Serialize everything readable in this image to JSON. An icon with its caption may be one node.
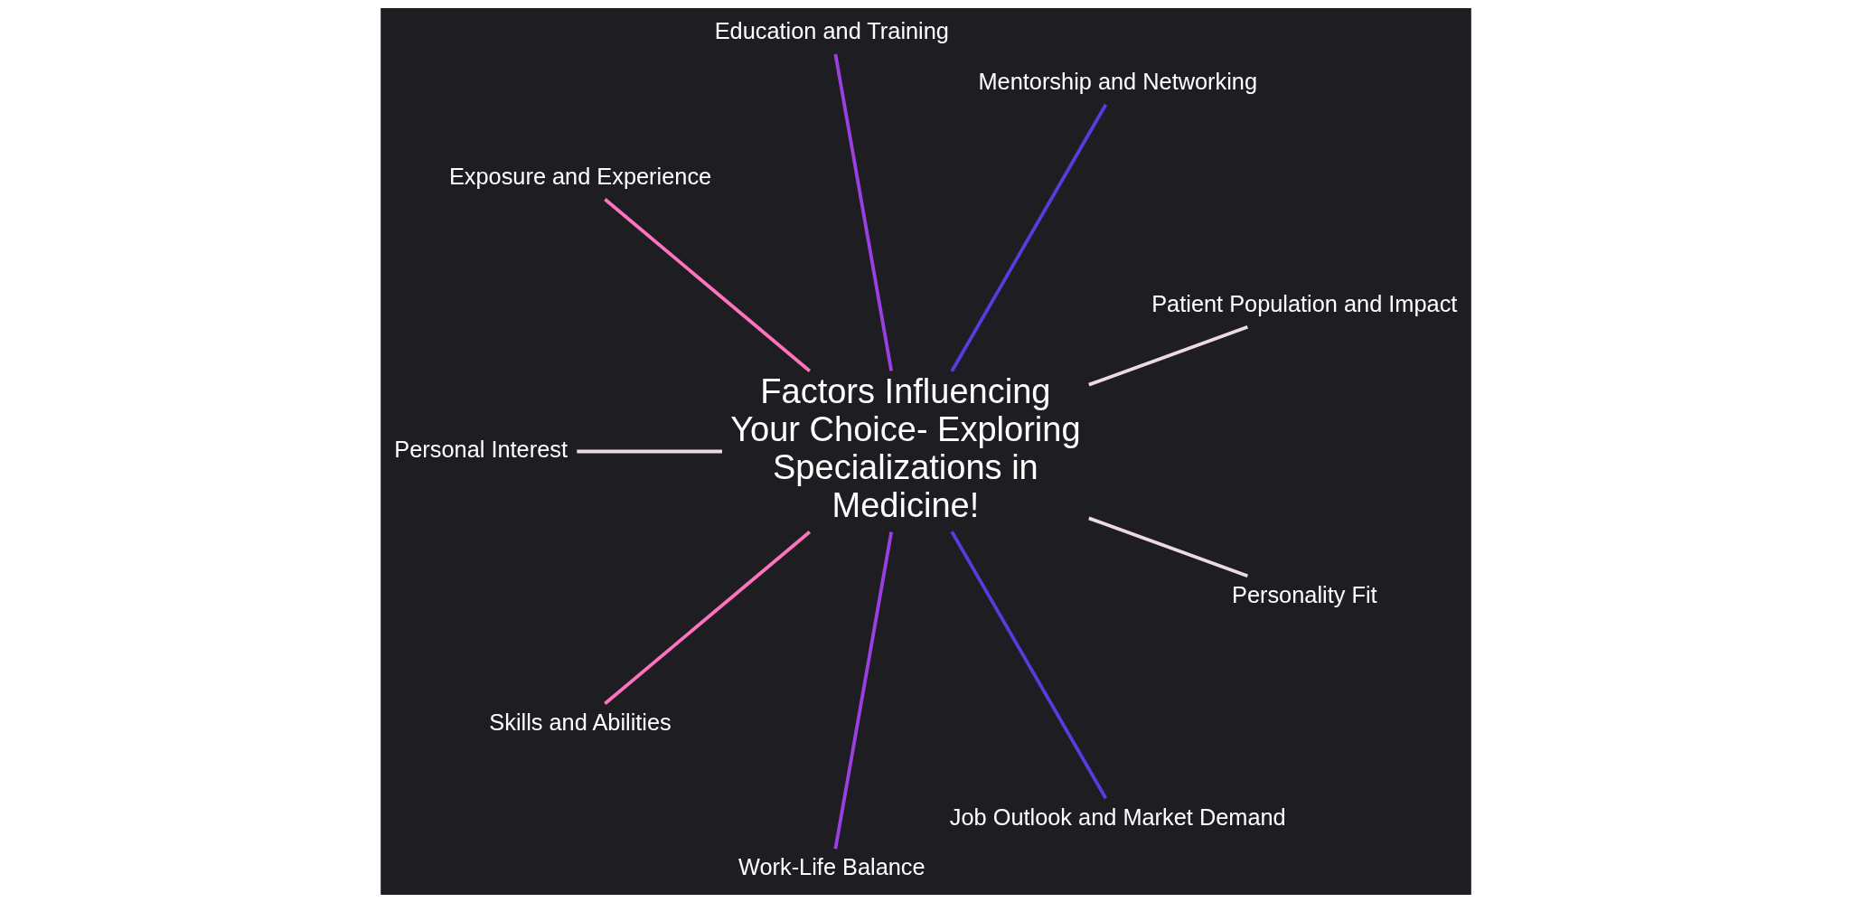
{
  "diagram": {
    "nodes": [
      {
        "text": [
          "Factors Influencing Your Choice- Exploring Specializations in Medicine!"
        ]
      },
      {
        "text": [
          "Patient Population and Impact"
        ]
      },
      {
        "text": [
          "Mentorship and Networking"
        ]
      },
      {
        "text": [
          "Education and Training"
        ]
      },
      {
        "text": [
          "Exposure and Experience"
        ]
      },
      {
        "text": [
          "Personal Interest"
        ]
      },
      {
        "text": [
          "Skills and Abilities"
        ]
      },
      {
        "text": [
          "Work-Life Balance"
        ]
      },
      {
        "text": [
          "Job Outlook and Market Demand"
        ]
      },
      {
        "text": [
          "Personality Fit"
        ]
      }
    ],
    "edges": [
      {
        "from": 0,
        "to": 1,
        "arrow": "none",
        "color": "#efd9e6"
      },
      {
        "from": 0,
        "to": 2,
        "arrow": "none",
        "color": "#5b3ae0"
      },
      {
        "from": 0,
        "to": 3,
        "arrow": "none",
        "color": "#9b3fe3"
      },
      {
        "from": 0,
        "to": 4,
        "arrow": "none",
        "color": "#ff72bd"
      },
      {
        "from": 0,
        "to": 5,
        "arrow": "none",
        "color": "#efd9e6"
      },
      {
        "from": 0,
        "to": 6,
        "arrow": "none",
        "color": "#ff72bd"
      },
      {
        "from": 0,
        "to": 7,
        "arrow": "none",
        "color": "#9b3fe3"
      },
      {
        "from": 0,
        "to": 8,
        "arrow": "none",
        "color": "#5b3ae0"
      },
      {
        "from": 0,
        "to": 9,
        "arrow": "none",
        "color": "#efd9e6"
      }
    ]
  }
}
